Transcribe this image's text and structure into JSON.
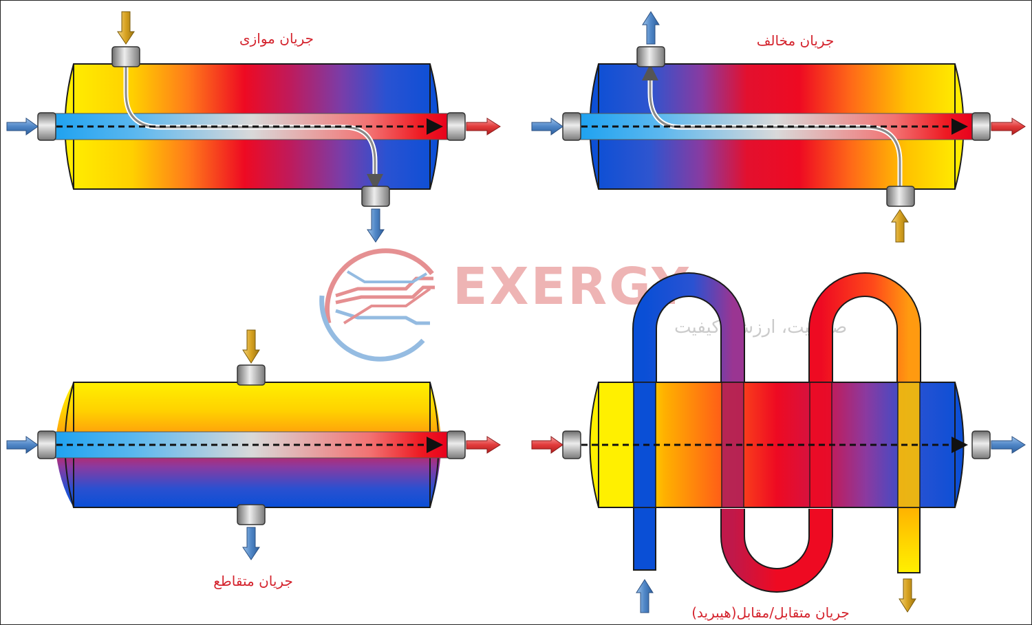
{
  "labels": {
    "parallel": "جریان موازی",
    "counter": "جریان مخالف",
    "cross": "جریان متقاطع",
    "hybrid": "جریان متقابل/مقابل(هیبرید)"
  },
  "watermark": {
    "brand": "EXERGY",
    "tagline": "صلاحیت، ارزش، کیفیت"
  },
  "colors": {
    "hot": "#e8001c",
    "warm": "#fff000",
    "cold": "#0a4fd6",
    "cold_light": "#1fa2f0",
    "arrow_blue": "#4f86c6",
    "arrow_red": "#e23b3b",
    "arrow_gold": "#d7a220",
    "outline": "#1a1a1a",
    "watermark_red": "#e48a8c",
    "watermark_blue": "#8fb8e0"
  }
}
